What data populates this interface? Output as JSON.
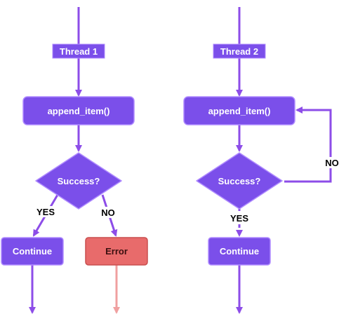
{
  "diagram": {
    "colors": {
      "edge": "#8d4de8",
      "node_fill": "#7b4fea",
      "node_stroke": "#b08cff",
      "label_text": "#ffffff",
      "edge_label_text": "#000000",
      "error_fill": "#e86b6b",
      "error_stroke": "#c94f4f",
      "error_text": "#3a0f0f",
      "error_edge": "#f0a0a0"
    },
    "threads": [
      {
        "label": "Thread 1",
        "call": "append_item()",
        "decision": "Success?",
        "yes_label": "YES",
        "no_label": "NO",
        "yes_target": "Continue",
        "no_target": "Error",
        "no_behavior": "branch-to-error"
      },
      {
        "label": "Thread 2",
        "call": "append_item()",
        "decision": "Success?",
        "yes_label": "YES",
        "no_label": "NO",
        "yes_target": "Continue",
        "no_behavior": "retry-loop-to-call"
      }
    ]
  }
}
